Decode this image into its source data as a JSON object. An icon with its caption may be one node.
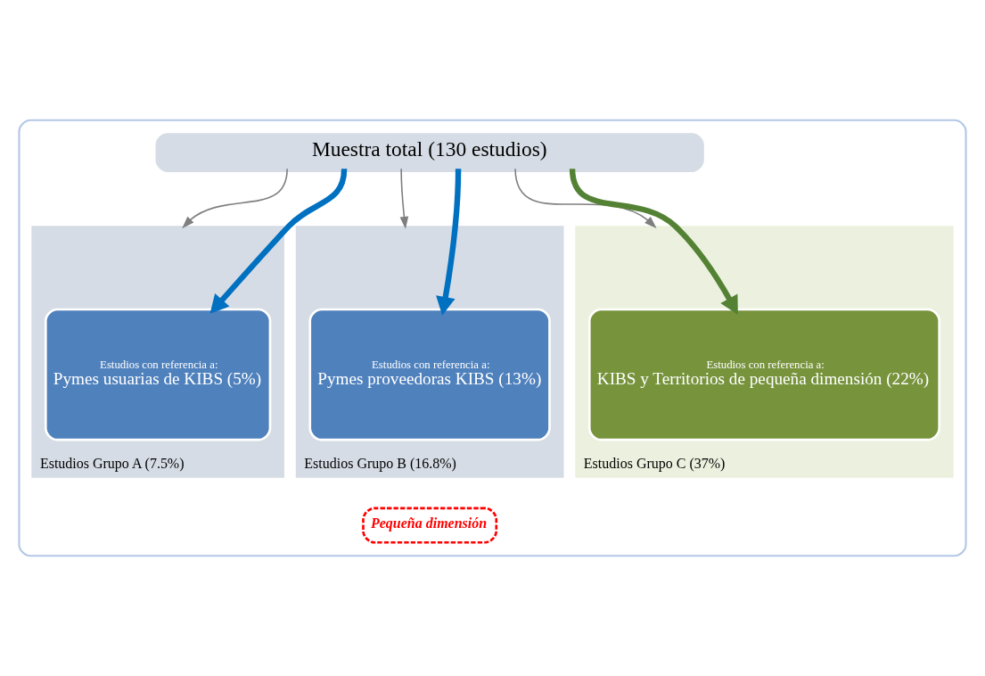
{
  "diagram": {
    "nodes": [
      {
        "text": [],
        "shape": "box"
      },
      {
        "text": [
          "Muestra total (130 estudios)"
        ],
        "in": 0
      },
      {
        "text": [
          "Estudios Grupo A (7.5%)"
        ],
        "in": 0
      },
      {
        "text": [
          "Estudios con referencia a:",
          "Pymes usuarias de KIBS (5%)"
        ],
        "in": 2
      },
      {
        "text": [
          "Estudios Grupo B (16.8%)"
        ],
        "in": 0
      },
      {
        "text": [
          "Estudios con referencia a:",
          "Pymes proveedoras KIBS (13%)"
        ],
        "in": 4
      },
      {
        "text": [
          "Estudios Grupo C (37%)"
        ],
        "in": 0
      },
      {
        "text": [
          "Estudios con referencia a:",
          "KIBS y Territorios de pequeña dimensión (22%)"
        ],
        "in": 6
      },
      {
        "text": [
          "Pequeña dimensión"
        ],
        "in": 0
      }
    ],
    "edges": [
      {
        "from": 1,
        "to": 2,
        "arrow": "to"
      },
      {
        "from": 1,
        "to": 3,
        "arrow": "to",
        "style": "thick",
        "color": "#0070c0"
      },
      {
        "from": 1,
        "to": 4,
        "arrow": "to"
      },
      {
        "from": 1,
        "to": 5,
        "arrow": "to",
        "style": "thick",
        "color": "#0070c0"
      },
      {
        "from": 1,
        "to": 6,
        "arrow": "to"
      },
      {
        "from": 1,
        "to": 7,
        "arrow": "to",
        "style": "thick",
        "color": "#548235"
      }
    ]
  }
}
